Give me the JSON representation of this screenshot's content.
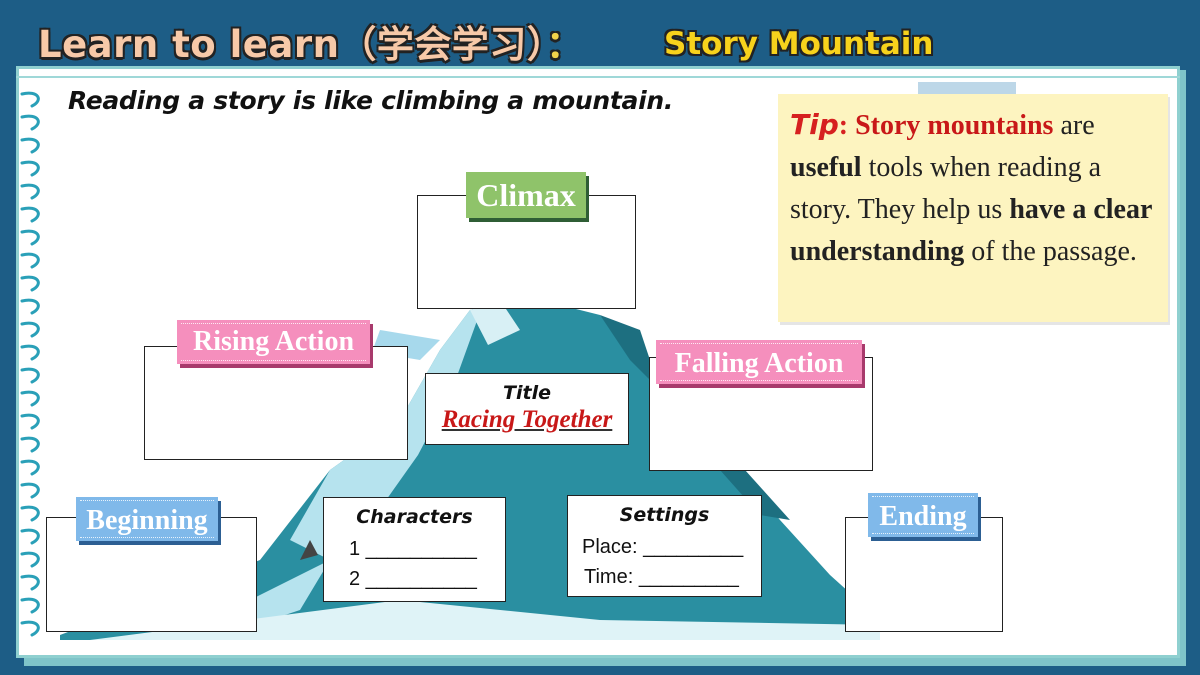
{
  "header": {
    "title": "Learn to learn（学会学习）",
    "separator": "：",
    "subtitle": "Story Mountain"
  },
  "intro": "Reading a story is like climbing a mountain.",
  "tip": {
    "label": "Tip",
    "colon": ":",
    "parts": [
      " ",
      "Story mountains",
      " are ",
      "useful",
      " tools when reading a story. They help us ",
      "have a clear understanding",
      " of the passage."
    ]
  },
  "diagram": {
    "climax": "Climax",
    "rising_action": "Rising Action",
    "falling_action": "Falling Action",
    "beginning": "Beginning",
    "ending": "Ending",
    "title_box": {
      "heading": "Title",
      "value": "Racing Together"
    },
    "characters_box": {
      "heading": "Characters",
      "line1": "1 __________",
      "line2": "2 __________"
    },
    "settings_box": {
      "heading": "Settings",
      "place": "Place: _________",
      "time": "Time: _________"
    }
  },
  "colors": {
    "background": "#1d5d86",
    "mountain": "#2a8fa1",
    "mountain_light": "#b6e3ee",
    "climax_tag": "#8fc36a",
    "action_tag": "#f58fbd",
    "end_tag": "#80b9ea",
    "tip_note": "#fdf4c0",
    "accent_red": "#c81818"
  }
}
